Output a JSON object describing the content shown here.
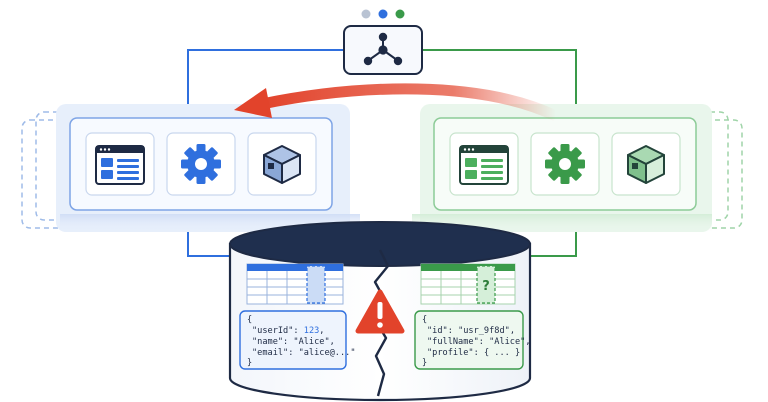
{
  "window_dots": [
    {
      "name": "gray",
      "color": "#b9c3d3"
    },
    {
      "name": "blue",
      "color": "#2f6fde"
    },
    {
      "name": "green",
      "color": "#3a9a4a"
    }
  ],
  "icons": {
    "hub": "share-hub-icon",
    "left": [
      "window-list-icon",
      "gear-icon",
      "box-icon"
    ],
    "right": [
      "window-list-icon",
      "gear-icon",
      "box-icon"
    ],
    "warning": "warning-icon",
    "question": "?"
  },
  "colors": {
    "blue": "#2f6fde",
    "green": "#3a9a4a",
    "red": "#e2432b",
    "navy": "#1e2a44"
  },
  "code_left": {
    "open": "{",
    "lines": [
      {
        "key": "\"userId\"",
        "sep": ": ",
        "value": "123",
        "end": ","
      },
      {
        "key": "\"name\"",
        "sep": ": ",
        "value": "\"Alice\"",
        "end": ","
      },
      {
        "key": "\"email\"",
        "sep": ": ",
        "value": "\"alice@...\"",
        "end": ""
      }
    ],
    "close": "}"
  },
  "code_right": {
    "open": "{",
    "lines": [
      {
        "key": "\"id\"",
        "sep": ": ",
        "value": "\"usr_9f8d\"",
        "end": ","
      },
      {
        "key": "\"fullName\"",
        "sep": ": ",
        "value": "\"Alice\"",
        "end": ","
      },
      {
        "key": "\"profile\"",
        "sep": ": ",
        "value": "{ ... }",
        "end": ""
      }
    ],
    "close": "}"
  }
}
